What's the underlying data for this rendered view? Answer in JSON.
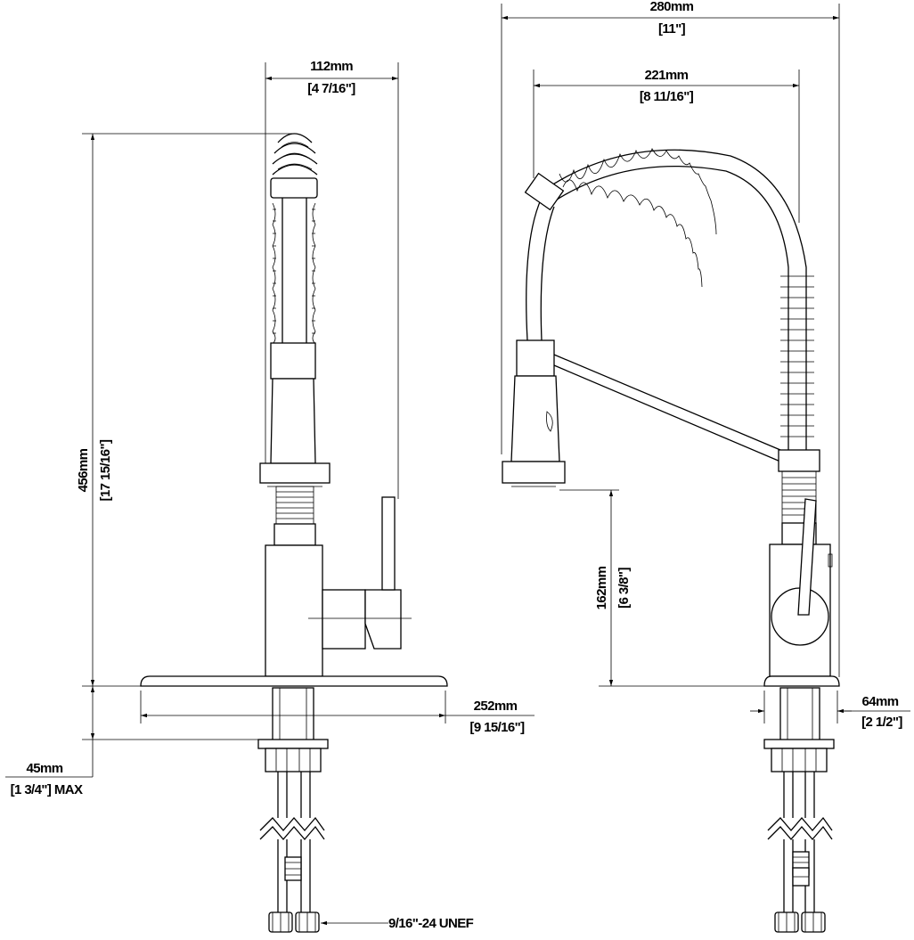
{
  "dimensions": {
    "overall_height": {
      "metric": "456mm",
      "imperial": "[17 15/16\"]"
    },
    "spout_width": {
      "metric": "112mm",
      "imperial": "[4 7/16\"]"
    },
    "overall_reach": {
      "metric": "280mm",
      "imperial": "[11\"]"
    },
    "spout_reach": {
      "metric": "221mm",
      "imperial": "[8 11/16\"]"
    },
    "deck_plate": {
      "metric": "252mm",
      "imperial": "[9 15/16\"]"
    },
    "deck_thickness": {
      "metric": "45mm",
      "imperial": "[1 3/4\"] MAX"
    },
    "spout_clearance": {
      "metric": "162mm",
      "imperial": "[6 3/8\"]"
    },
    "base_diameter": {
      "metric": "64mm",
      "imperial": "[2 1/2\"]"
    }
  },
  "callouts": {
    "connector_thread": "9/16\"-24 UNEF"
  }
}
